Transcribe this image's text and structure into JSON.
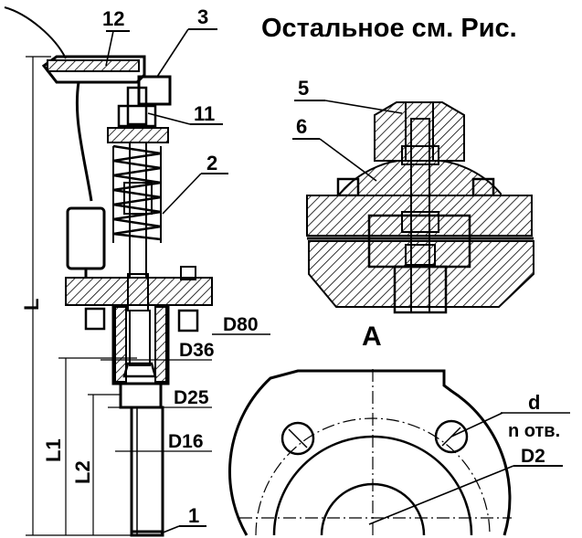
{
  "header": {
    "caption": "Остальное см. Рис."
  },
  "callouts": {
    "c12": "12",
    "c3": "3",
    "c11": "11",
    "c2": "2",
    "c1": "1",
    "c5": "5",
    "c6": "6"
  },
  "dimensions": {
    "L": "L",
    "L1": "L1",
    "L2": "L2",
    "D80": "D80",
    "D36": "D36",
    "D25": "D25",
    "D16": "D16",
    "D2": "D2",
    "d": "d",
    "n_holes": "n отв."
  },
  "views": {
    "section_a": "A"
  },
  "colors": {
    "ink": "#000000",
    "paper": "#ffffff"
  }
}
